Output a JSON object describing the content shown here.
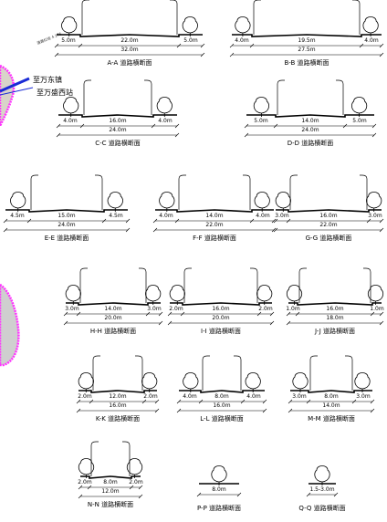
{
  "map": {
    "labels": [
      {
        "id": "wandong",
        "text": "至万东镇"
      },
      {
        "id": "wansheng",
        "text": "至万盛西站"
      }
    ],
    "tiny_note": "道路红线 4.175"
  },
  "sections": [
    {
      "id": "a",
      "name": "A-A 道路横断面",
      "sides": [
        "5.0m",
        "5.0m"
      ],
      "middle": "22.0m",
      "total": "32.0m",
      "trees": 2,
      "lamps": 2
    },
    {
      "id": "b",
      "name": "B-B 道路横断面",
      "sides": [
        "4.0m",
        "4.0m"
      ],
      "middle": "19.5m",
      "total": "27.5m",
      "trees": 2,
      "lamps": 2
    },
    {
      "id": "c",
      "name": "C-C 道路横断面",
      "sides": [
        "4.0m",
        "4.0m"
      ],
      "middle": "16.0m",
      "total": "24.0m",
      "trees": 2,
      "lamps": 2
    },
    {
      "id": "d",
      "name": "D-D 道路横断面",
      "sides": [
        "5.0m",
        "5.0m"
      ],
      "middle": "14.0m",
      "total": "24.0m",
      "trees": 2,
      "lamps": 2
    },
    {
      "id": "e",
      "name": "E-E 道路横断面",
      "sides": [
        "4.5m",
        "4.5m"
      ],
      "middle": "15.0m",
      "total": "24.0m",
      "trees": 2,
      "lamps": 2
    },
    {
      "id": "f",
      "name": "F-F 道路横断面",
      "sides": [
        "4.0m",
        "4.0m"
      ],
      "middle": "14.0m",
      "total": "22.0m",
      "trees": 2,
      "lamps": 2
    },
    {
      "id": "g",
      "name": "G-G 道路横断面",
      "sides": [
        "3.0m",
        "3.0m"
      ],
      "middle": "16.0m",
      "total": "22.0m",
      "trees": 2,
      "lamps": 2
    },
    {
      "id": "h",
      "name": "H-H 道路横断面",
      "sides": [
        "3.0m",
        "3.0m"
      ],
      "middle": "14.0m",
      "total": "20.0m",
      "trees": 2,
      "lamps": 2
    },
    {
      "id": "i",
      "name": "I-I 道路横断面",
      "sides": [
        "2.0m",
        "2.0m"
      ],
      "middle": "16.0m",
      "total": "20.0m",
      "trees": 2,
      "lamps": 2
    },
    {
      "id": "j",
      "name": "J-J 道路横断面",
      "sides": [
        "1.0m",
        "1.0m"
      ],
      "middle": "16.0m",
      "total": "18.0m",
      "trees": 2,
      "lamps": 2
    },
    {
      "id": "k",
      "name": "K-K 道路横断面",
      "sides": [
        "2.0m",
        "2.0m"
      ],
      "middle": "12.0m",
      "total": "16.0m",
      "trees": 2,
      "lamps": 2
    },
    {
      "id": "l",
      "name": "L-L 道路横断面",
      "sides": [
        "4.0m",
        "4.0m"
      ],
      "middle": "8.0m",
      "total": "16.0m",
      "trees": 2,
      "lamps": 2
    },
    {
      "id": "m",
      "name": "M-M 道路横断面",
      "sides": [
        "3.0m",
        "3.0m"
      ],
      "middle": "8.0m",
      "total": "14.0m",
      "trees": 2,
      "lamps": 2
    },
    {
      "id": "n",
      "name": "N-N 道路横断面",
      "sides": [
        "2.0m",
        "2.0m"
      ],
      "middle": "8.0m",
      "total": "12.0m",
      "trees": 2,
      "lamps": 2
    },
    {
      "id": "p",
      "name": "P-P 道路横断面",
      "sides": [],
      "middle": "8.0m",
      "total": "",
      "trees": 1,
      "lamps": 0
    },
    {
      "id": "q",
      "name": "Q-Q 道路横断面",
      "sides": [],
      "middle": "1.5-3.0m",
      "total": "",
      "trees": 1,
      "lamps": 0
    }
  ]
}
